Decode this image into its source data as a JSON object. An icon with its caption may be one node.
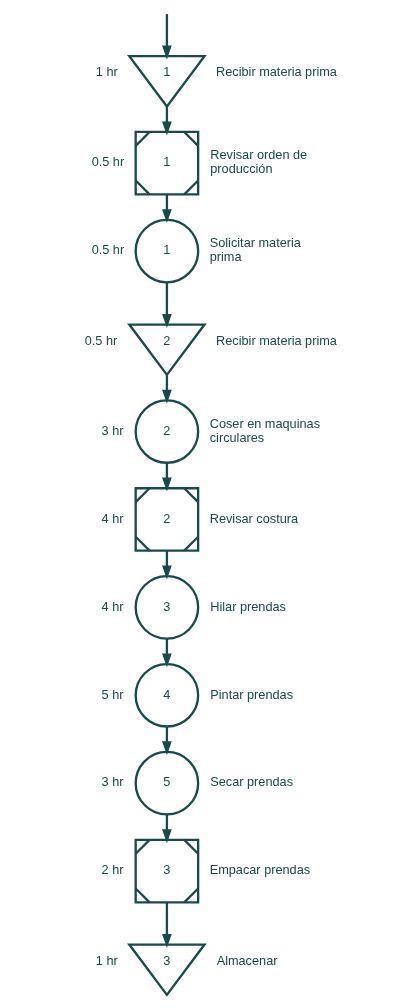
{
  "diagram": {
    "nodes": [
      {
        "text": [
          "1"
        ],
        "beside": [
          "1 hr",
          "Recibir materia prima"
        ]
      },
      {
        "text": [
          "1"
        ],
        "beside": [
          "0.5 hr",
          "Revisar orden de producción"
        ]
      },
      {
        "text": [
          "1"
        ],
        "beside": [
          "0.5 hr",
          "Solicitar materia prima"
        ]
      },
      {
        "text": [
          "2"
        ],
        "beside": [
          "0.5 hr",
          "Recibir materia prima"
        ]
      },
      {
        "text": [
          "2"
        ],
        "beside": [
          "3 hr",
          "Coser en maquinas circulares"
        ]
      },
      {
        "text": [
          "2"
        ],
        "beside": [
          "4 hr",
          "Revisar costura"
        ]
      },
      {
        "text": [
          "3"
        ],
        "beside": [
          "4 hr",
          "Hilar prendas"
        ]
      },
      {
        "text": [
          "4"
        ],
        "beside": [
          "5 hr",
          "Pintar prendas"
        ]
      },
      {
        "text": [
          "5"
        ],
        "beside": [
          "3 hr",
          "Secar prendas"
        ]
      },
      {
        "text": [
          "3"
        ],
        "beside": [
          "2 hr",
          "Empacar prendas"
        ]
      },
      {
        "text": [
          "3"
        ],
        "beside": [
          "1 hr",
          "Almacenar"
        ]
      }
    ],
    "edges": [
      {
        "from": null,
        "to": 0,
        "arrow": "to"
      },
      {
        "from": 0,
        "to": 1,
        "arrow": "to"
      },
      {
        "from": 1,
        "to": 2,
        "arrow": "to"
      },
      {
        "from": 2,
        "to": 3,
        "arrow": "to"
      },
      {
        "from": 3,
        "to": 4,
        "arrow": "to"
      },
      {
        "from": 4,
        "to": 5,
        "arrow": "to"
      },
      {
        "from": 5,
        "to": 6,
        "arrow": "to"
      },
      {
        "from": 6,
        "to": 7,
        "arrow": "to"
      },
      {
        "from": 7,
        "to": 8,
        "arrow": "to"
      },
      {
        "from": 8,
        "to": 9,
        "arrow": "to"
      },
      {
        "from": 9,
        "to": 10,
        "arrow": "to"
      }
    ]
  }
}
